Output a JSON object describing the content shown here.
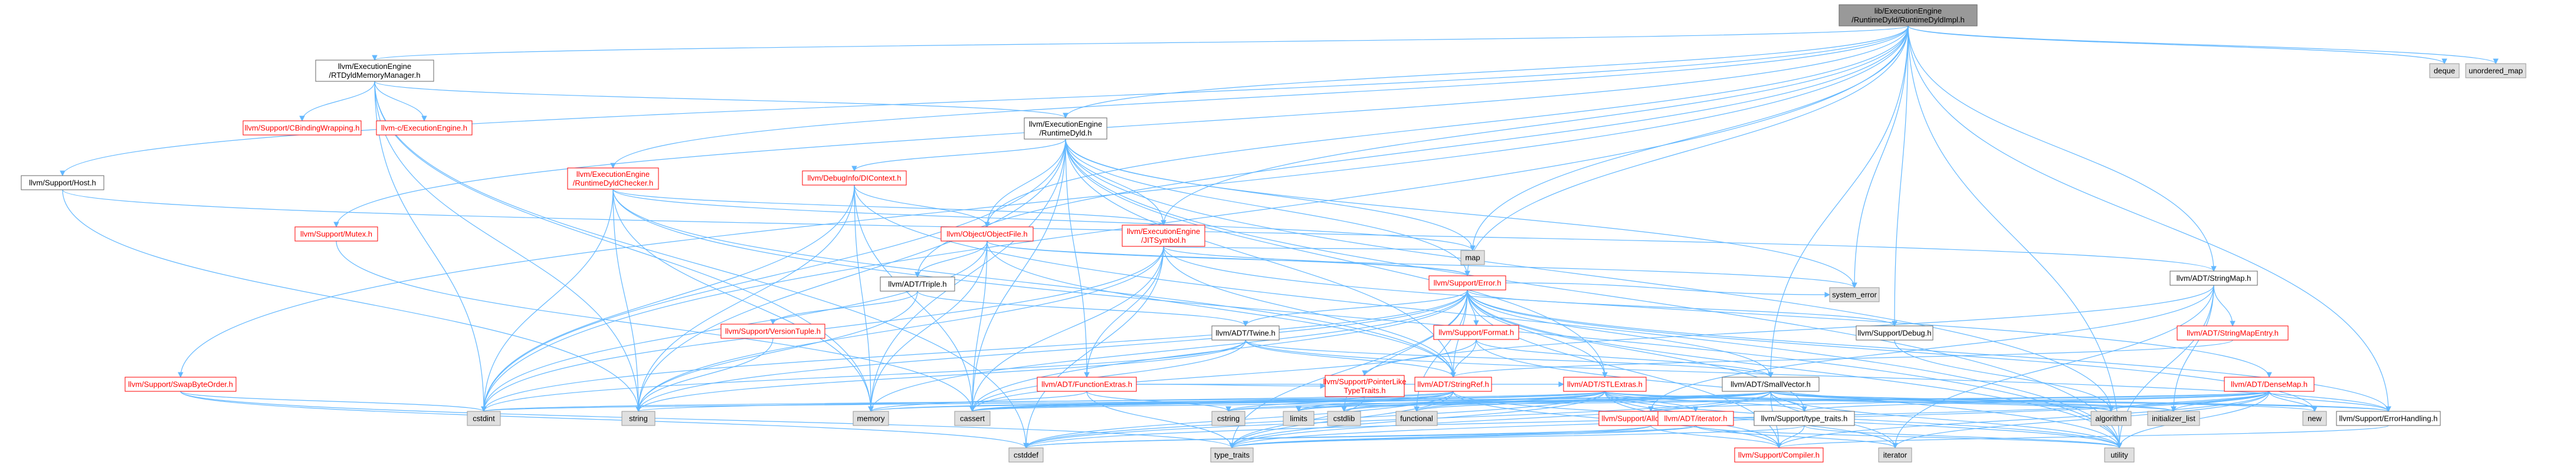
{
  "graph": {
    "edge_color": "#63b8ff",
    "nodes": [
      {
        "id": "focus",
        "kind": "focus",
        "lines": [
          "lib/ExecutionEngine",
          "/RuntimeDyld/RuntimeDyldImpl.h"
        ]
      },
      {
        "id": "rtdyldmm",
        "kind": "black",
        "lines": [
          "llvm/ExecutionEngine",
          "/RTDyldMemoryManager.h"
        ]
      },
      {
        "id": "deque",
        "kind": "gray",
        "lines": [
          "deque"
        ]
      },
      {
        "id": "unordered_map",
        "kind": "gray",
        "lines": [
          "unordered_map"
        ]
      },
      {
        "id": "host",
        "kind": "black",
        "lines": [
          "llvm/Support/Host.h"
        ]
      },
      {
        "id": "cbinding",
        "kind": "red",
        "lines": [
          "llvm/Support/CBindingWrapping.h"
        ]
      },
      {
        "id": "cexec",
        "kind": "red",
        "lines": [
          "llvm-c/ExecutionEngine.h"
        ]
      },
      {
        "id": "runtimedyld",
        "kind": "black",
        "lines": [
          "llvm/ExecutionEngine",
          "/RuntimeDyld.h"
        ]
      },
      {
        "id": "checker",
        "kind": "red",
        "lines": [
          "llvm/ExecutionEngine",
          "/RuntimeDyldChecker.h"
        ]
      },
      {
        "id": "dicontext",
        "kind": "red",
        "lines": [
          "llvm/DebugInfo/DIContext.h"
        ]
      },
      {
        "id": "mutex",
        "kind": "red",
        "lines": [
          "llvm/Support/Mutex.h"
        ]
      },
      {
        "id": "objectfile",
        "kind": "red",
        "lines": [
          "llvm/Object/ObjectFile.h"
        ]
      },
      {
        "id": "jitsymbol",
        "kind": "red",
        "lines": [
          "llvm/ExecutionEngine",
          "/JITSymbol.h"
        ]
      },
      {
        "id": "map",
        "kind": "gray",
        "lines": [
          "map"
        ]
      },
      {
        "id": "triple",
        "kind": "black",
        "lines": [
          "llvm/ADT/Triple.h"
        ]
      },
      {
        "id": "error",
        "kind": "red",
        "lines": [
          "llvm/Support/Error.h"
        ]
      },
      {
        "id": "system_error",
        "kind": "gray",
        "lines": [
          "system_error"
        ]
      },
      {
        "id": "stringmap",
        "kind": "black",
        "lines": [
          "llvm/ADT/StringMap.h"
        ]
      },
      {
        "id": "versiontuple",
        "kind": "red",
        "lines": [
          "llvm/Support/VersionTuple.h"
        ]
      },
      {
        "id": "twine",
        "kind": "black",
        "lines": [
          "llvm/ADT/Twine.h"
        ]
      },
      {
        "id": "format",
        "kind": "red",
        "lines": [
          "llvm/Support/Format.h"
        ]
      },
      {
        "id": "debug",
        "kind": "black",
        "lines": [
          "llvm/Support/Debug.h"
        ]
      },
      {
        "id": "stringmapentry",
        "kind": "red",
        "lines": [
          "llvm/ADT/StringMapEntry.h"
        ]
      },
      {
        "id": "swapbyteorder",
        "kind": "red",
        "lines": [
          "llvm/Support/SwapByteOrder.h"
        ]
      },
      {
        "id": "functionextras",
        "kind": "red",
        "lines": [
          "llvm/ADT/FunctionExtras.h"
        ]
      },
      {
        "id": "pointerlike",
        "kind": "red",
        "lines": [
          "llvm/Support/PointerLike",
          "TypeTraits.h"
        ]
      },
      {
        "id": "stringref",
        "kind": "red",
        "lines": [
          "llvm/ADT/StringRef.h"
        ]
      },
      {
        "id": "stlextras",
        "kind": "red",
        "lines": [
          "llvm/ADT/STLExtras.h"
        ]
      },
      {
        "id": "smallvector",
        "kind": "black",
        "lines": [
          "llvm/ADT/SmallVector.h"
        ]
      },
      {
        "id": "densemap",
        "kind": "red",
        "lines": [
          "llvm/ADT/DenseMap.h"
        ]
      },
      {
        "id": "cstdint",
        "kind": "gray",
        "lines": [
          "cstdint"
        ]
      },
      {
        "id": "string",
        "kind": "gray",
        "lines": [
          "string"
        ]
      },
      {
        "id": "memory",
        "kind": "gray",
        "lines": [
          "memory"
        ]
      },
      {
        "id": "cassert",
        "kind": "gray",
        "lines": [
          "cassert"
        ]
      },
      {
        "id": "cstring",
        "kind": "gray",
        "lines": [
          "cstring"
        ]
      },
      {
        "id": "limits",
        "kind": "gray",
        "lines": [
          "limits"
        ]
      },
      {
        "id": "cstdlib",
        "kind": "gray",
        "lines": [
          "cstdlib"
        ]
      },
      {
        "id": "functional",
        "kind": "gray",
        "lines": [
          "functional"
        ]
      },
      {
        "id": "allocatorbase",
        "kind": "red",
        "lines": [
          "llvm/Support/AllocatorBase.h"
        ]
      },
      {
        "id": "adtiterator",
        "kind": "red",
        "lines": [
          "llvm/ADT/iterator.h"
        ]
      },
      {
        "id": "typetraits_h",
        "kind": "black",
        "lines": [
          "llvm/Support/type_traits.h"
        ]
      },
      {
        "id": "algorithm",
        "kind": "gray",
        "lines": [
          "algorithm"
        ]
      },
      {
        "id": "initializer_list",
        "kind": "gray",
        "lines": [
          "initializer_list"
        ]
      },
      {
        "id": "new",
        "kind": "gray",
        "lines": [
          "new"
        ]
      },
      {
        "id": "errorhandling",
        "kind": "black",
        "lines": [
          "llvm/Support/ErrorHandling.h"
        ]
      },
      {
        "id": "cstddef",
        "kind": "gray",
        "lines": [
          "cstddef"
        ]
      },
      {
        "id": "type_traits",
        "kind": "gray",
        "lines": [
          "type_traits"
        ]
      },
      {
        "id": "compiler",
        "kind": "red",
        "lines": [
          "llvm/Support/Compiler.h"
        ]
      },
      {
        "id": "iterator",
        "kind": "gray",
        "lines": [
          "iterator"
        ]
      },
      {
        "id": "utility",
        "kind": "gray",
        "lines": [
          "utility"
        ]
      }
    ],
    "edges": [
      [
        "focus",
        "rtdyldmm"
      ],
      [
        "focus",
        "deque"
      ],
      [
        "focus",
        "unordered_map"
      ],
      [
        "focus",
        "host"
      ],
      [
        "focus",
        "runtimedyld"
      ],
      [
        "focus",
        "checker"
      ],
      [
        "focus",
        "mutex"
      ],
      [
        "focus",
        "objectfile"
      ],
      [
        "focus",
        "jitsymbol"
      ],
      [
        "focus",
        "map"
      ],
      [
        "focus",
        "triple"
      ],
      [
        "focus",
        "error"
      ],
      [
        "focus",
        "system_error"
      ],
      [
        "focus",
        "stringmap"
      ],
      [
        "focus",
        "debug"
      ],
      [
        "focus",
        "swapbyteorder"
      ],
      [
        "focus",
        "smallvector"
      ],
      [
        "focus",
        "errorhandling"
      ],
      [
        "focus",
        "cstdint"
      ],
      [
        "focus",
        "utility"
      ],
      [
        "rtdyldmm",
        "cbinding"
      ],
      [
        "rtdyldmm",
        "cexec"
      ],
      [
        "rtdyldmm",
        "runtimedyld"
      ],
      [
        "rtdyldmm",
        "cstdint"
      ],
      [
        "rtdyldmm",
        "string"
      ],
      [
        "rtdyldmm",
        "memory"
      ],
      [
        "rtdyldmm",
        "cstddef"
      ],
      [
        "host",
        "stringmap"
      ],
      [
        "host",
        "string"
      ],
      [
        "runtimedyld",
        "dicontext"
      ],
      [
        "runtimedyld",
        "objectfile"
      ],
      [
        "runtimedyld",
        "jitsymbol"
      ],
      [
        "runtimedyld",
        "error"
      ],
      [
        "runtimedyld",
        "map"
      ],
      [
        "runtimedyld",
        "functionextras"
      ],
      [
        "runtimedyld",
        "stringref"
      ],
      [
        "runtimedyld",
        "stlextras"
      ],
      [
        "runtimedyld",
        "system_error"
      ],
      [
        "runtimedyld",
        "cstdint"
      ],
      [
        "runtimedyld",
        "string"
      ],
      [
        "runtimedyld",
        "memory"
      ],
      [
        "runtimedyld",
        "cassert"
      ],
      [
        "runtimedyld",
        "algorithm"
      ],
      [
        "runtimedyld",
        "utility"
      ],
      [
        "checker",
        "jitsymbol"
      ],
      [
        "checker",
        "stringref"
      ],
      [
        "checker",
        "cstdint"
      ],
      [
        "checker",
        "memory"
      ],
      [
        "checker",
        "string"
      ],
      [
        "checker",
        "utility"
      ],
      [
        "checker",
        "map"
      ],
      [
        "dicontext",
        "objectfile"
      ],
      [
        "dicontext",
        "cassert"
      ],
      [
        "dicontext",
        "cstdint"
      ],
      [
        "dicontext",
        "memory"
      ],
      [
        "dicontext",
        "string"
      ],
      [
        "dicontext",
        "tuple"
      ],
      [
        "dicontext",
        "utility"
      ],
      [
        "mutex",
        "cassert"
      ],
      [
        "objectfile",
        "triple"
      ],
      [
        "objectfile",
        "error"
      ],
      [
        "objectfile",
        "stringref"
      ],
      [
        "objectfile",
        "cassert"
      ],
      [
        "objectfile",
        "cstdint"
      ],
      [
        "objectfile",
        "memory"
      ],
      [
        "objectfile",
        "system_error"
      ],
      [
        "jitsymbol",
        "error"
      ],
      [
        "jitsymbol",
        "functionextras"
      ],
      [
        "jitsymbol",
        "stringref"
      ],
      [
        "jitsymbol",
        "cassert"
      ],
      [
        "jitsymbol",
        "cstddef"
      ],
      [
        "jitsymbol",
        "cstdint"
      ],
      [
        "jitsymbol",
        "map"
      ],
      [
        "jitsymbol",
        "set"
      ],
      [
        "jitsymbol",
        "string"
      ],
      [
        "jitsymbol",
        "densemap"
      ],
      [
        "triple",
        "twine"
      ],
      [
        "triple",
        "versiontuple"
      ],
      [
        "triple",
        "string"
      ],
      [
        "error",
        "twine"
      ],
      [
        "error",
        "format"
      ],
      [
        "error",
        "debug"
      ],
      [
        "error",
        "errorhandling"
      ],
      [
        "error",
        "stringref"
      ],
      [
        "error",
        "cassert"
      ],
      [
        "error",
        "cstdint"
      ],
      [
        "error",
        "cstdlib"
      ],
      [
        "error",
        "functional"
      ],
      [
        "error",
        "memory"
      ],
      [
        "error",
        "new"
      ],
      [
        "error",
        "string"
      ],
      [
        "error",
        "system_error"
      ],
      [
        "error",
        "type_traits"
      ],
      [
        "error",
        "utility"
      ],
      [
        "error",
        "vector"
      ],
      [
        "error",
        "compiler"
      ],
      [
        "error",
        "typetraits_h"
      ],
      [
        "error",
        "smallvector"
      ],
      [
        "error",
        "stlextras"
      ],
      [
        "stringmap",
        "stringmapentry"
      ],
      [
        "stringmap",
        "allocatorbase"
      ],
      [
        "stringmap",
        "pointerlike"
      ],
      [
        "stringmap",
        "initializer_list"
      ],
      [
        "stringmap",
        "iterator"
      ],
      [
        "stringmap",
        "utility"
      ],
      [
        "versiontuple",
        "string"
      ],
      [
        "twine",
        "smallvector"
      ],
      [
        "twine",
        "stringref"
      ],
      [
        "twine",
        "errorhandling"
      ],
      [
        "twine",
        "cassert"
      ],
      [
        "twine",
        "cstdint"
      ],
      [
        "twine",
        "string"
      ],
      [
        "format",
        "smallvector"
      ],
      [
        "format",
        "stringref"
      ],
      [
        "format",
        "cassert"
      ],
      [
        "format",
        "cstdio"
      ],
      [
        "format",
        "utility"
      ],
      [
        "format",
        "tuple"
      ],
      [
        "debug",
        "algorithm"
      ],
      [
        "stringmapentry",
        "stringref"
      ],
      [
        "swapbyteorder",
        "cstddef"
      ],
      [
        "swapbyteorder",
        "cstdint"
      ],
      [
        "swapbyteorder",
        "type_traits"
      ],
      [
        "functionextras",
        "stlextras"
      ],
      [
        "functionextras",
        "pointerlike"
      ],
      [
        "functionextras",
        "memory"
      ],
      [
        "functionextras",
        "type_traits"
      ],
      [
        "functionextras",
        "cstring"
      ],
      [
        "pointerlike",
        "cassert"
      ],
      [
        "pointerlike",
        "cstdint"
      ],
      [
        "pointerlike",
        "type_traits"
      ],
      [
        "stringref",
        "cassert"
      ],
      [
        "stringref",
        "cstddef"
      ],
      [
        "stringref",
        "cstring"
      ],
      [
        "stringref",
        "limits"
      ],
      [
        "stringref",
        "string"
      ],
      [
        "stringref",
        "type_traits"
      ],
      [
        "stringref",
        "utility"
      ],
      [
        "stringref",
        "compiler"
      ],
      [
        "stlextras",
        "adtiterator"
      ],
      [
        "stlextras",
        "typetraits_h"
      ],
      [
        "stlextras",
        "errorhandling"
      ],
      [
        "stlextras",
        "algorithm"
      ],
      [
        "stlextras",
        "cassert"
      ],
      [
        "stlextras",
        "cstddef"
      ],
      [
        "stlextras",
        "cstdint"
      ],
      [
        "stlextras",
        "cstdlib"
      ],
      [
        "stlextras",
        "functional"
      ],
      [
        "stlextras",
        "initializer_list"
      ],
      [
        "stlextras",
        "iterator"
      ],
      [
        "stlextras",
        "limits"
      ],
      [
        "stlextras",
        "memory"
      ],
      [
        "stlextras",
        "type_traits"
      ],
      [
        "stlextras",
        "utility"
      ],
      [
        "stlextras",
        "compiler"
      ],
      [
        "smallvector",
        "compiler"
      ],
      [
        "smallvector",
        "typetraits_h"
      ],
      [
        "smallvector",
        "algorithm"
      ],
      [
        "smallvector",
        "cassert"
      ],
      [
        "smallvector",
        "cstddef"
      ],
      [
        "smallvector",
        "cstdlib"
      ],
      [
        "smallvector",
        "cstring"
      ],
      [
        "smallvector",
        "functional"
      ],
      [
        "smallvector",
        "initializer_list"
      ],
      [
        "smallvector",
        "iterator"
      ],
      [
        "smallvector",
        "limits"
      ],
      [
        "smallvector",
        "memory"
      ],
      [
        "smallvector",
        "new"
      ],
      [
        "smallvector",
        "type_traits"
      ],
      [
        "smallvector",
        "utility"
      ],
      [
        "smallvector",
        "errorhandling"
      ],
      [
        "densemap",
        "allocatorbase"
      ],
      [
        "densemap",
        "compiler"
      ],
      [
        "densemap",
        "typetraits_h"
      ],
      [
        "densemap",
        "errorhandling"
      ],
      [
        "densemap",
        "algorithm"
      ],
      [
        "densemap",
        "cassert"
      ],
      [
        "densemap",
        "cstddef"
      ],
      [
        "densemap",
        "cstring"
      ],
      [
        "densemap",
        "initializer_list"
      ],
      [
        "densemap",
        "iterator"
      ],
      [
        "densemap",
        "new"
      ],
      [
        "densemap",
        "type_traits"
      ],
      [
        "densemap",
        "utility"
      ],
      [
        "allocatorbase",
        "compiler"
      ],
      [
        "allocatorbase",
        "type_traits"
      ],
      [
        "allocatorbase",
        "cstddef"
      ],
      [
        "adtiterator",
        "iterator"
      ],
      [
        "adtiterator",
        "cstddef"
      ],
      [
        "adtiterator",
        "type_traits"
      ],
      [
        "adtiterator",
        "utility"
      ],
      [
        "typetraits_h",
        "type_traits"
      ],
      [
        "typetraits_h",
        "utility"
      ],
      [
        "typetraits_h",
        "compiler"
      ],
      [
        "errorhandling",
        "compiler"
      ]
    ]
  }
}
